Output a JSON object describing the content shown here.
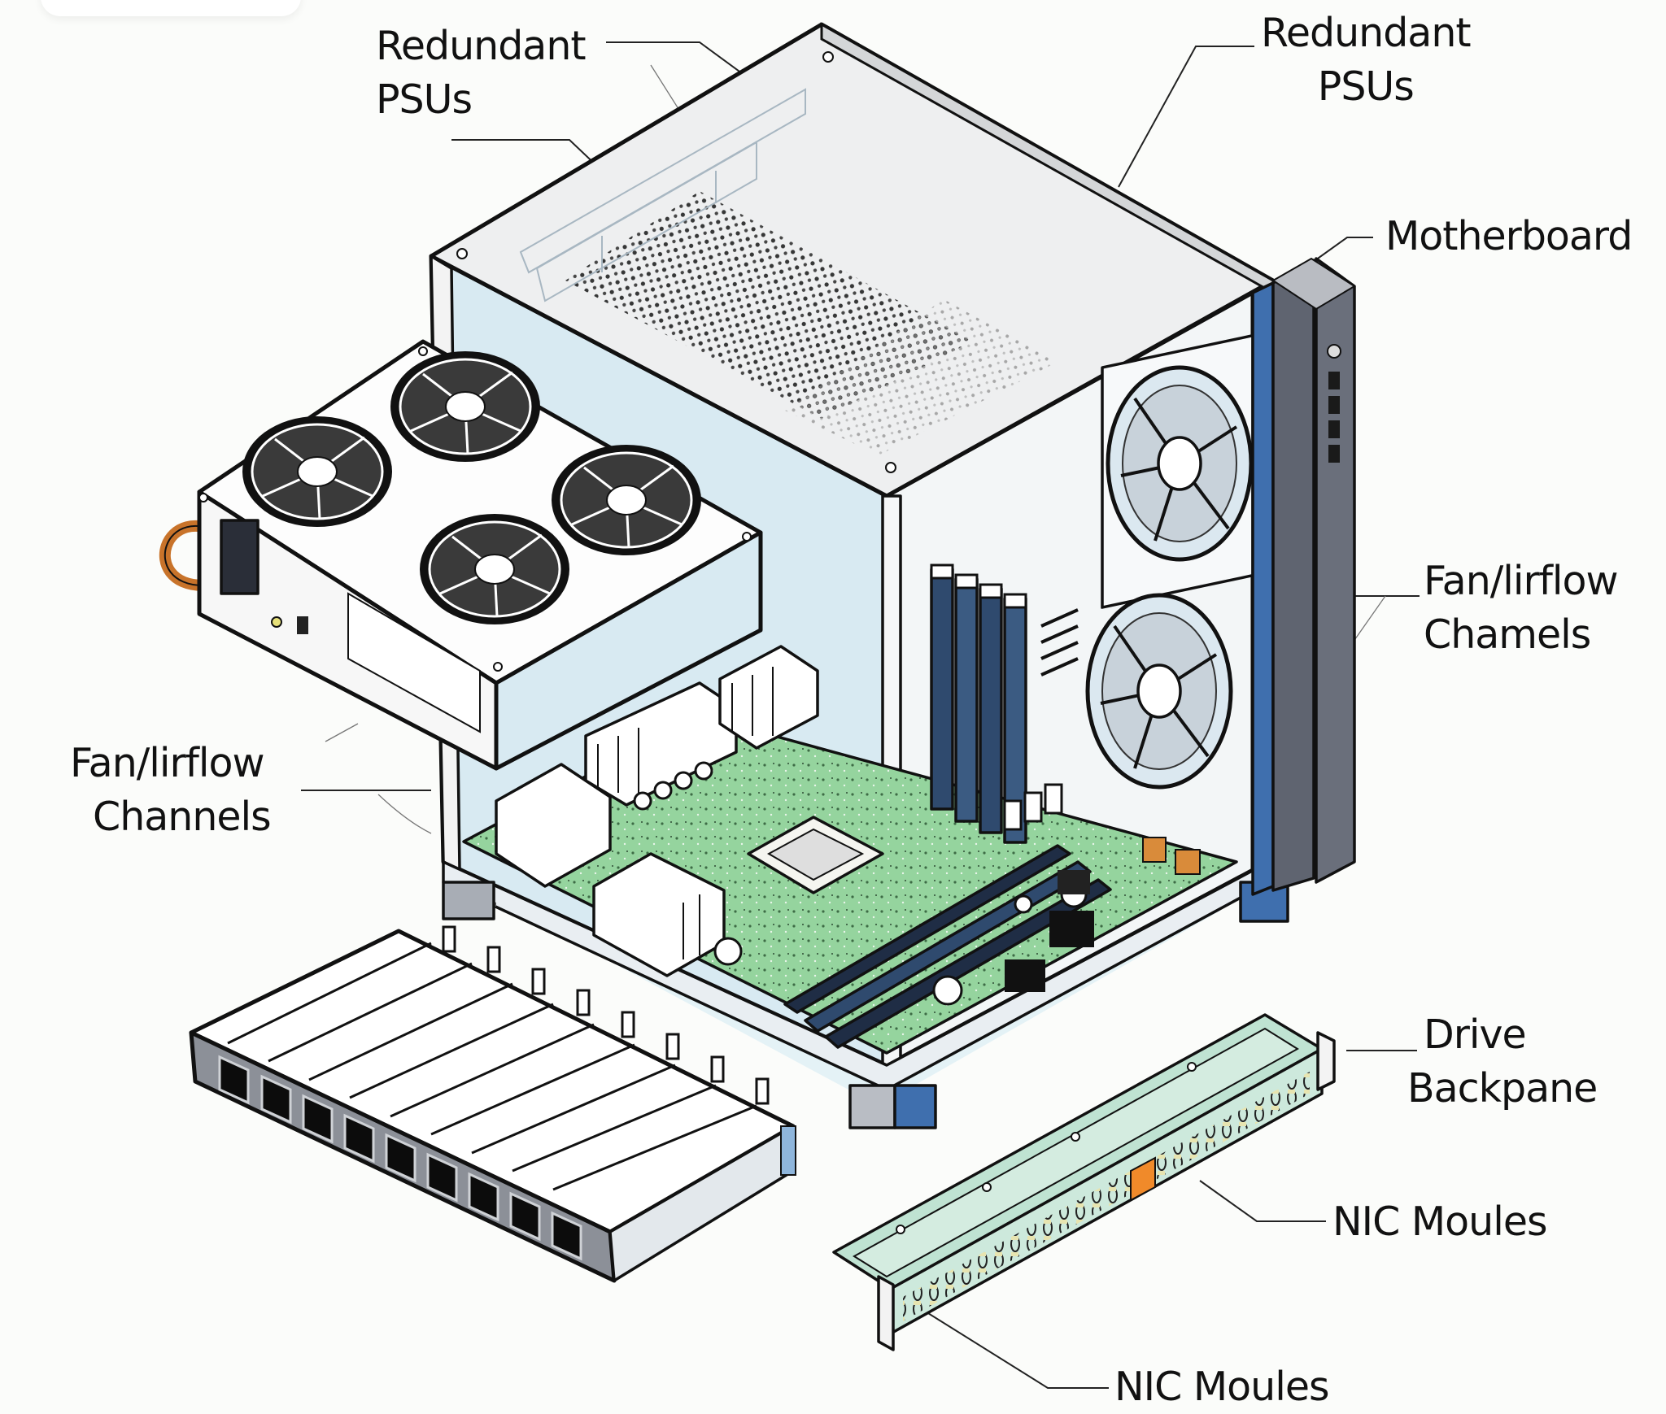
{
  "diagram": {
    "subject": "server-chassis-exploded-view",
    "colors": {
      "background": "#fbfcfa",
      "ink": "#111111",
      "chassis_panel": "#eeeff0",
      "chassis_interior": "#d8eaf2",
      "pcb_green": "#8fd19a",
      "ram_blue": "#2f4a6e",
      "bezel_gray": "#5f6470",
      "backplane_teal": "#bfe3d2",
      "cable_orange": "#c8732a",
      "accent_orange": "#f08a2a"
    },
    "components": {
      "psu_fan_count": 4,
      "side_fan_count": 2,
      "ram_stick_count": 4,
      "drive_bay_count": 9,
      "front_panel_port_count": 4
    }
  },
  "callouts": {
    "psu_left": {
      "line1": "Redundant",
      "line2": "PSUs"
    },
    "psu_right": {
      "line1": "Redundant",
      "line2": "PSUs"
    },
    "motherboard": {
      "line1": "Motherboard"
    },
    "fan_right": {
      "line1": "Fan/lirflow",
      "line2": "Chamels"
    },
    "fan_left": {
      "line1": "Fan/lirflow",
      "line2": "Channels"
    },
    "drive_backplane": {
      "line1": "Drive",
      "line2": "Backpane"
    },
    "nic_right": {
      "line1": "NIC Moules"
    },
    "nic_bottom": {
      "line1": "NIC Moules"
    }
  }
}
